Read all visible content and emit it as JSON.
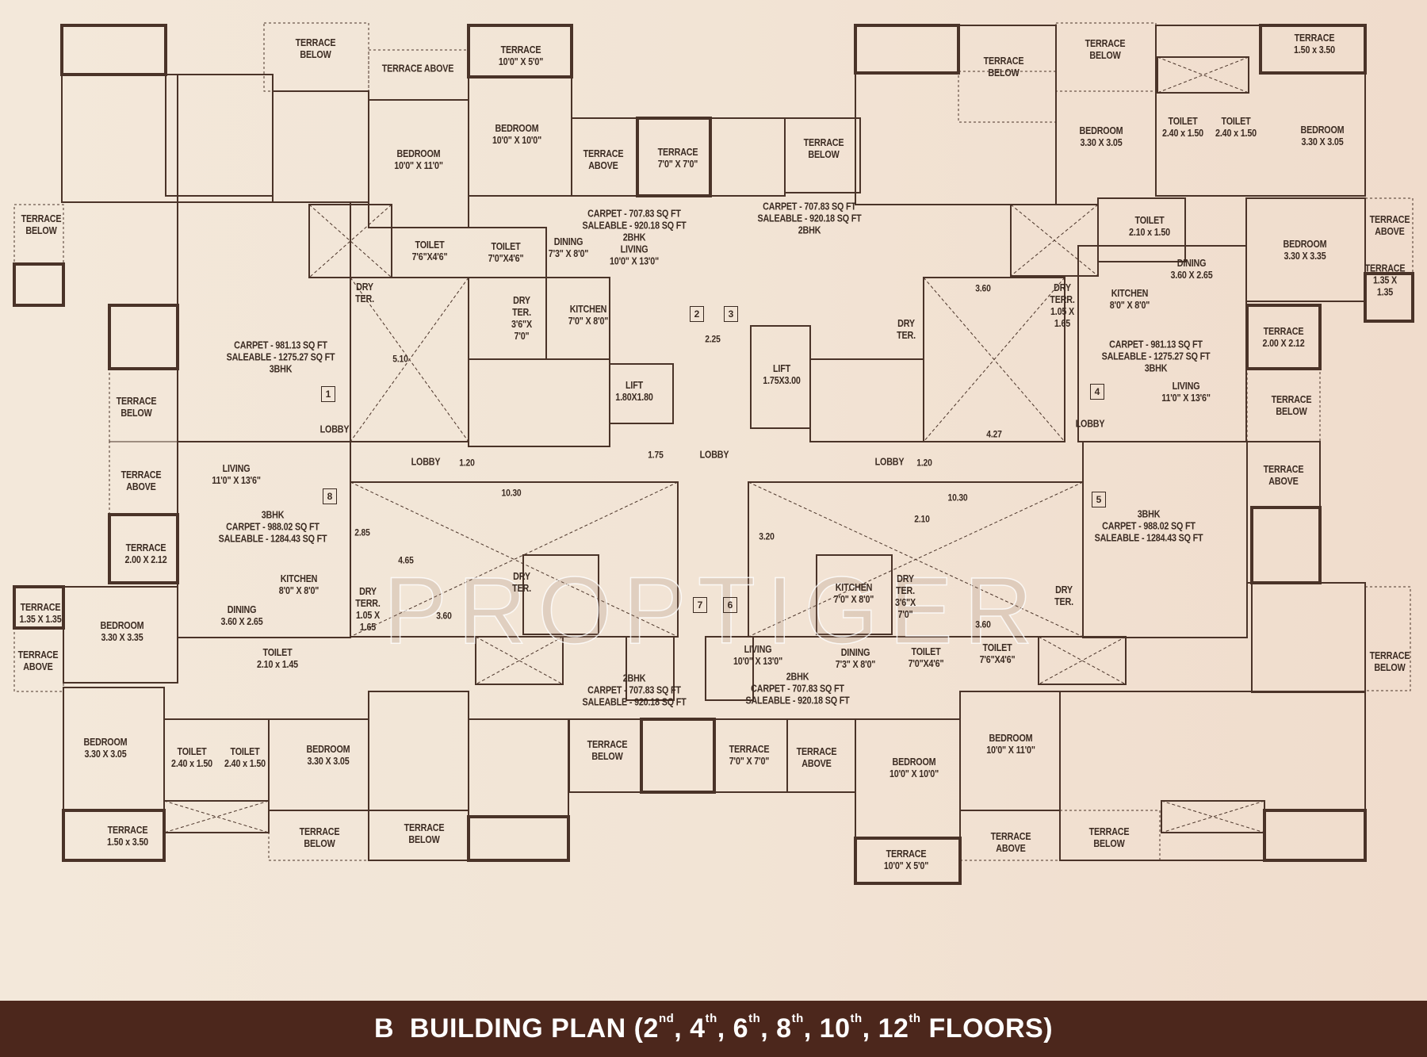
{
  "title": {
    "prefix": "B  BUILDING PLAN (",
    "floors": [
      {
        "num": "2",
        "sup": "nd",
        "sep": ", "
      },
      {
        "num": "4",
        "sup": "th",
        "sep": ", "
      },
      {
        "num": "6",
        "sup": "th",
        "sep": ", "
      },
      {
        "num": "8",
        "sup": "th",
        "sep": ", "
      },
      {
        "num": "10",
        "sup": "th",
        "sep": ", "
      },
      {
        "num": "12",
        "sup": "th",
        "sep": " "
      }
    ],
    "suffix": "FLOORS)"
  },
  "watermark": "PROPTIGER",
  "colors": {
    "banner": "#4c271c",
    "line": "#4a3328",
    "background": "#f2e4d5"
  },
  "unit_numbers": [
    "1",
    "2",
    "3",
    "4",
    "5",
    "6",
    "7",
    "8"
  ],
  "labels": [
    {
      "text": "TERRACE\nBELOW"
    },
    {
      "text": "TERRACE ABOVE"
    },
    {
      "text": "TERRACE\n10'0\" X 5'0\""
    },
    {
      "text": "BEDROOM\n10'0\" X 11'0\""
    },
    {
      "text": "BEDROOM\n10'0\" X 10'0\""
    },
    {
      "text": "TERRACE\nABOVE"
    },
    {
      "text": "TERRACE\n7'0\" X 7'0\""
    },
    {
      "text": "TERRACE\nBELOW"
    },
    {
      "text": "TOILET\n7'6\"X4'6\""
    },
    {
      "text": "TOILET\n7'0\"X4'6\""
    },
    {
      "text": "DINING\n7'3\" X 8'0\""
    },
    {
      "text": "CARPET - 707.83 SQ FT\nSALEABLE - 920.18 SQ FT\n2BHK\nLIVING\n10'0\" X 13'0\""
    },
    {
      "text": "DRY\nTER."
    },
    {
      "text": "DRY\nTER.\n3'6\"X\n7'0\""
    },
    {
      "text": "KITCHEN\n7'0\" X 8'0\""
    },
    {
      "text": "CARPET - 981.13 SQ FT\nSALEABLE - 1275.27 SQ FT\n3BHK"
    },
    {
      "text": "5.10"
    },
    {
      "text": "TERRACE\nBELOW"
    },
    {
      "text": "LOBBY"
    },
    {
      "text": "LIFT\n1.80X1.80"
    },
    {
      "text": "LOBBY"
    },
    {
      "text": "1.20"
    },
    {
      "text": "1.75"
    },
    {
      "text": "LOBBY"
    },
    {
      "text": "2.25"
    },
    {
      "text": "LIVING\n11'0\" X 13'6\""
    },
    {
      "text": "TERRACE\nABOVE"
    },
    {
      "text": "3BHK\nCARPET - 988.02 SQ FT\nSALEABLE - 1284.43 SQ FT"
    },
    {
      "text": "TERRACE\n2.00 X 2.12"
    },
    {
      "text": "10.30"
    },
    {
      "text": "2.85"
    },
    {
      "text": "4.65"
    },
    {
      "text": "KITCHEN\n8'0\" X 8'0\""
    },
    {
      "text": "DRY\nTERR.\n1.05 X\n1.65"
    },
    {
      "text": "DINING\n3.60 X 2.65"
    },
    {
      "text": "DRY\nTER."
    },
    {
      "text": "3.60"
    },
    {
      "text": "TERRACE\n1.35 X 1.35"
    },
    {
      "text": "TERRACE\nABOVE"
    },
    {
      "text": "BEDROOM\n3.30 X 3.35"
    },
    {
      "text": "TOILET\n2.10 x 1.45"
    },
    {
      "text": "2BHK\nCARPET - 707.83 SQ FT\nSALEABLE - 920.18 SQ FT"
    },
    {
      "text": "BEDROOM\n3.30 X 3.05"
    },
    {
      "text": "TOILET\n2.40 x 1.50"
    },
    {
      "text": "TOILET\n2.40 x 1.50"
    },
    {
      "text": "BEDROOM\n3.30 X 3.05"
    },
    {
      "text": "TERRACE\n1.50 x 3.50"
    },
    {
      "text": "TERRACE\nBELOW"
    },
    {
      "text": "TERRACE\nBELOW"
    },
    {
      "text": "TERRACE\nBELOW"
    },
    {
      "text": "TERRACE\nBELOW"
    },
    {
      "text": "TERRACE\nBELOW"
    },
    {
      "text": "TERRACE\n1.50 x 3.50"
    },
    {
      "text": "TERRACE\nBELOW"
    },
    {
      "text": "BEDROOM\n3.30 X 3.05"
    },
    {
      "text": "TOILET\n2.40 x 1.50"
    },
    {
      "text": "TOILET\n2.40 x 1.50"
    },
    {
      "text": "BEDROOM\n3.30 X 3.05"
    },
    {
      "text": "CARPET - 707.83 SQ FT\nSALEABLE - 920.18 SQ FT\n2BHK"
    },
    {
      "text": "TOILET\n2.10 x 1.50"
    },
    {
      "text": "TERRACE\nABOVE"
    },
    {
      "text": "BEDROOM\n3.30 X 3.35"
    },
    {
      "text": "DINING\n3.60 X 2.65"
    },
    {
      "text": "TERRACE\n1.35 X 1.35"
    },
    {
      "text": "3.60"
    },
    {
      "text": "DRY\nTERR.\n1.05 X\n1.65"
    },
    {
      "text": "KITCHEN\n8'0\" X 8'0\""
    },
    {
      "text": "DRY\nTER."
    },
    {
      "text": "TERRACE\n2.00 X 2.12"
    },
    {
      "text": "CARPET - 981.13 SQ FT\nSALEABLE - 1275.27 SQ FT\n3BHK"
    },
    {
      "text": "LIFT\n1.75X3.00"
    },
    {
      "text": "LIVING\n11'0\" X 13'6\""
    },
    {
      "text": "TERRACE\nBELOW"
    },
    {
      "text": "LOBBY"
    },
    {
      "text": "4.27"
    },
    {
      "text": "LOBBY"
    },
    {
      "text": "1.20"
    },
    {
      "text": "TERRACE\nABOVE"
    },
    {
      "text": "10.30"
    },
    {
      "text": "3BHK\nCARPET - 988.02 SQ FT\nSALEABLE - 1284.43 SQ FT"
    },
    {
      "text": "2.10"
    },
    {
      "text": "3.20"
    },
    {
      "text": "KITCHEN\n7'0\" X 8'0\""
    },
    {
      "text": "DRY\nTER.\n3'6\"X\n7'0\""
    },
    {
      "text": "DRY\nTER."
    },
    {
      "text": "3.60"
    },
    {
      "text": "TERRACE\nBELOW"
    },
    {
      "text": "LIVING\n10'0\" X 13'0\""
    },
    {
      "text": "DINING\n7'3\" X 8'0\""
    },
    {
      "text": "TOILET\n7'0\"X4'6\""
    },
    {
      "text": "TOILET\n7'6\"X4'6\""
    },
    {
      "text": "2BHK\nCARPET - 707.83 SQ FT\nSALEABLE - 920.18 SQ FT"
    },
    {
      "text": "BEDROOM\n10'0\" X 11'0\""
    },
    {
      "text": "TERRACE\n7'0\" X 7'0\""
    },
    {
      "text": "TERRACE\nABOVE"
    },
    {
      "text": "BEDROOM\n10'0\" X 10'0\""
    },
    {
      "text": "TERRACE\nABOVE"
    },
    {
      "text": "TERRACE\nBELOW"
    },
    {
      "text": "TERRACE\n10'0\" X 5'0\""
    }
  ]
}
